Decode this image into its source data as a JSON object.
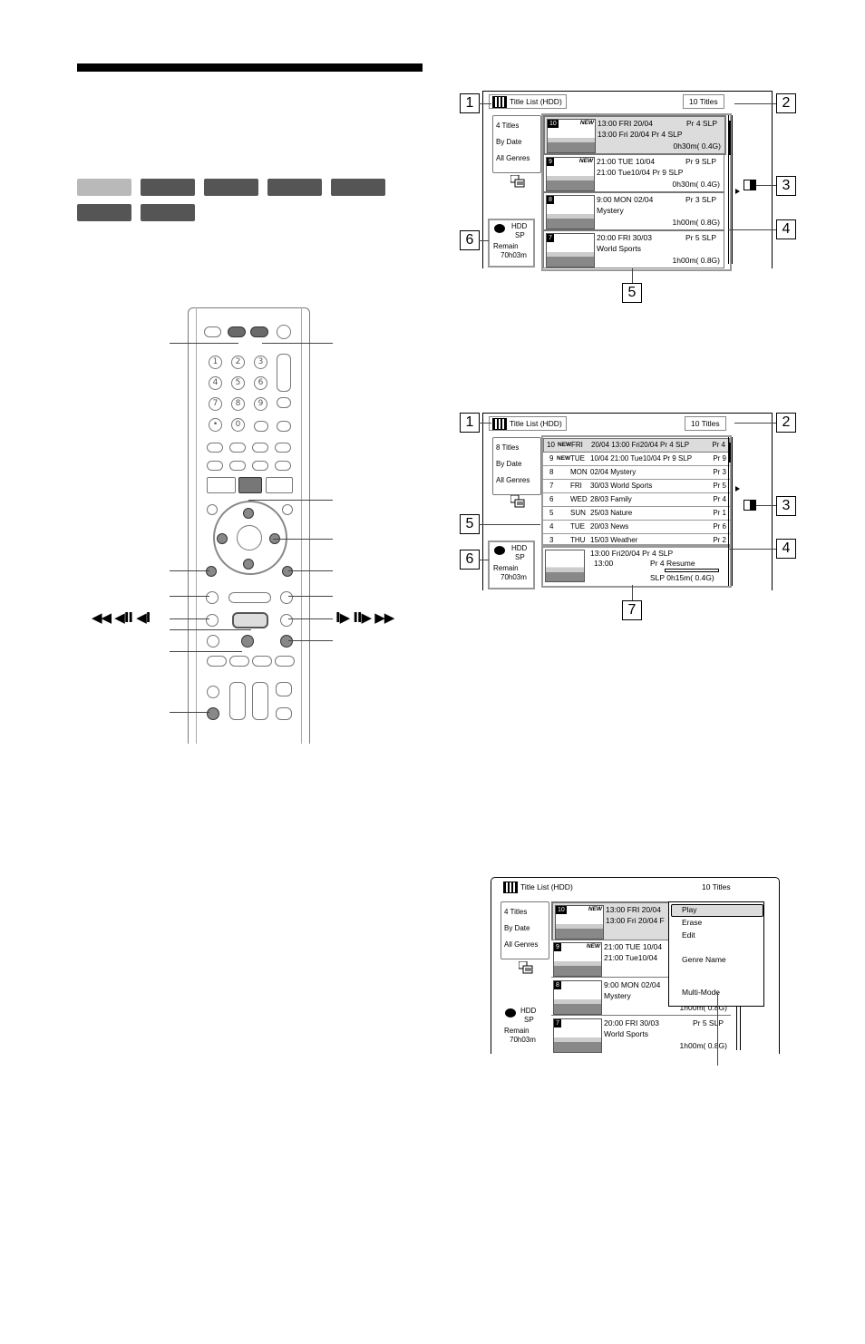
{
  "badges": [
    "",
    "",
    "",
    "",
    "",
    "",
    ""
  ],
  "remote": {
    "numkeys": [
      "1",
      "2",
      "3",
      "4",
      "5",
      "6",
      "7",
      "8",
      "9",
      "•",
      "0"
    ],
    "rewind_glyph": "◀◀ ◀II ◀I",
    "forward_glyph": "I▶ II▶ ▶▶"
  },
  "screen1": {
    "title": "Title List (HDD)",
    "count": "10 Titles",
    "sidebar": [
      "4 Titles",
      "By Date",
      "All Genres"
    ],
    "hdd": {
      "l1": "HDD",
      "l2": "SP",
      "l3": "Remain",
      "l4": "70h03m"
    },
    "rows": [
      {
        "num": "10",
        "new": "NEW",
        "l1": "13:00 FRI 20/04",
        "r1": "Pr 4 SLP",
        "l2": "13:00   Fri 20/04   Pr 4  SLP",
        "r3": "0h30m( 0.4G)"
      },
      {
        "num": "9",
        "new": "NEW",
        "l1": "21:00 TUE 10/04",
        "r1": "Pr 9 SLP",
        "l2": "21:00   Tue10/04   Pr 9  SLP",
        "r3": "0h30m( 0.4G)"
      },
      {
        "num": "8",
        "new": "",
        "l1": "9:00 MON 02/04",
        "r1": "Pr 3 SLP",
        "l2": "Mystery",
        "r3": "1h00m( 0.8G)"
      },
      {
        "num": "7",
        "new": "",
        "l1": "20:00 FRI 30/03",
        "r1": "Pr 5 SLP",
        "l2": "World Sports",
        "r3": "1h00m( 0.8G)"
      }
    ]
  },
  "screen2": {
    "title": "Title List (HDD)",
    "count": "10 Titles",
    "sidebar": [
      "8 Titles",
      "By Date",
      "All Genres"
    ],
    "hdd": {
      "l1": "HDD",
      "l2": "SP",
      "l3": "Remain",
      "l4": "70h03m"
    },
    "rows": [
      {
        "num": "10",
        "new": "NEW",
        "day": "FRI",
        "info": "20/04  13:00   Fri20/04  Pr 4  SLP",
        "pr": "Pr 4"
      },
      {
        "num": "9",
        "new": "NEW",
        "day": "TUE",
        "info": "10/04  21:00  Tue10/04  Pr 9  SLP",
        "pr": "Pr 9"
      },
      {
        "num": "8",
        "new": "",
        "day": "MON",
        "info": "02/04  Mystery",
        "pr": "Pr 3"
      },
      {
        "num": "7",
        "new": "",
        "day": "FRI",
        "info": "30/03  World Sports",
        "pr": "Pr 5"
      },
      {
        "num": "6",
        "new": "",
        "day": "WED",
        "info": "28/03  Family",
        "pr": "Pr 4"
      },
      {
        "num": "5",
        "new": "",
        "day": "SUN",
        "info": "25/03  Nature",
        "pr": "Pr 1"
      },
      {
        "num": "4",
        "new": "",
        "day": "TUE",
        "info": "20/03  News",
        "pr": "Pr 6"
      },
      {
        "num": "3",
        "new": "",
        "day": "THU",
        "info": "15/03  Weather",
        "pr": "Pr 2"
      }
    ],
    "detail": {
      "a": "13:00   Fri20/04   Pr 4  SLP",
      "b": "13:00",
      "c": "Pr 4  Resume",
      "d": "SLP    0h15m( 0.4G)"
    }
  },
  "screen3": {
    "title": "Title List (HDD)",
    "count": "10 Titles",
    "sidebar": [
      "4 Titles",
      "By Date",
      "All Genres"
    ],
    "hdd": {
      "l1": "HDD",
      "l2": "SP",
      "l3": "Remain",
      "l4": "70h03m"
    },
    "rows": [
      {
        "num": "10",
        "new": "NEW",
        "l1": "13:00 FRI 20/04",
        "l2": "13:00   Fri 20/04   F",
        "r3": ""
      },
      {
        "num": "9",
        "new": "NEW",
        "l1": "21:00 TUE 10/04",
        "l2": "21:00   Tue10/04",
        "r3": ""
      },
      {
        "num": "8",
        "new": "",
        "l1": "9:00 MON 02/04",
        "l2": "Mystery",
        "r3": "1h00m( 0.8G)"
      },
      {
        "num": "7",
        "new": "",
        "l1": "20:00 FRI 30/03",
        "r1": "Pr 5 SLP",
        "l2": "World Sports",
        "r3": "1h00m( 0.8G)"
      }
    ],
    "menu": [
      "Play",
      "Erase",
      "Edit",
      "Genre Name",
      "Multi-Mode"
    ]
  },
  "markers": {
    "m1": "1",
    "m2": "2",
    "m3": "3",
    "m4": "4",
    "m5": "5",
    "m6": "6",
    "m7": "7"
  }
}
